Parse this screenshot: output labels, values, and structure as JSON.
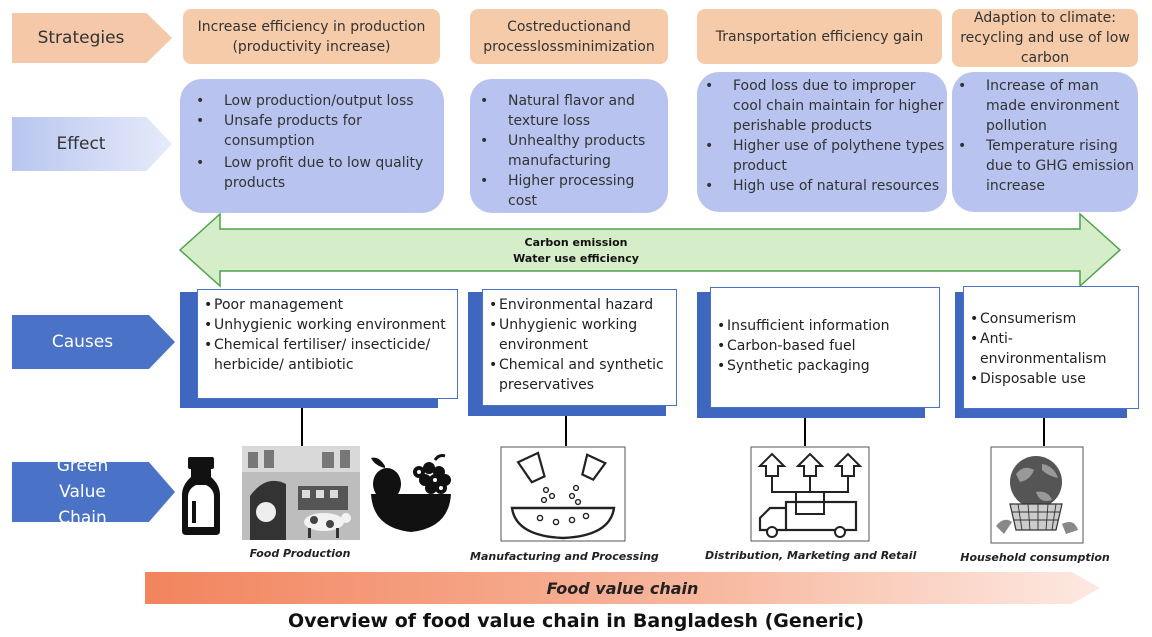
{
  "rows": {
    "strategies": "Strategies",
    "effect": "Effect",
    "causes": "Causes",
    "green_value_chain": "Green Value Chain"
  },
  "strategies": [
    "Increase efficiency in production (productivity increase)",
    "Costreductionand processlossminimization",
    "Transportation efficiency gain",
    "Adaption to climate: recycling and use of low carbon"
  ],
  "effects": [
    [
      "Low production/output loss",
      "Unsafe products for consumption",
      "Low profit due to low quality products"
    ],
    [
      "Natural flavor and texture loss",
      "Unhealthy products manufacturing",
      "Higher processing cost"
    ],
    [
      "Food loss due to improper cool chain maintain for higher perishable products",
      "Higher use of polythene types product",
      "High use of natural resources"
    ],
    [
      "Increase of man made environment pollution",
      "Temperature rising due to GHG emission increase"
    ]
  ],
  "band": {
    "line1": "Carbon emission",
    "line2": "Water use efficiency"
  },
  "causes": [
    [
      "Poor management",
      "Unhygienic working environment",
      "Chemical fertiliser/ insecticide/ herbicide/ antibiotic"
    ],
    [
      "Environmental hazard",
      "Unhygienic working environment",
      "Chemical and synthetic preservatives"
    ],
    [
      "Insufficient information",
      "Carbon-based fuel",
      "Synthetic packaging"
    ],
    [
      "Consumerism",
      "Anti-environmentalism",
      "Disposable use"
    ]
  ],
  "stages": [
    "Food Production",
    "Manufacturing and Processing",
    "Distribution, Marketing and Retail",
    "Household consumption"
  ],
  "icons": [
    "milk-bottle-icon",
    "farm-scene-icon",
    "fruit-bowl-icon",
    "mixing-bowl-icon",
    "delivery-truck-icon",
    "globe-basket-icon"
  ],
  "footer": {
    "bar_label": "Food value chain",
    "title": "Overview of food value chain in Bangladesh (Generic)"
  },
  "colors": {
    "strategy_fill": "#f6cba9",
    "effect_fill": "#b8c4ef",
    "band_fill": "#d5edc8",
    "band_stroke": "#4ea24a",
    "causes_blue": "#4a72c6",
    "bar_orange": "#f2845e"
  }
}
